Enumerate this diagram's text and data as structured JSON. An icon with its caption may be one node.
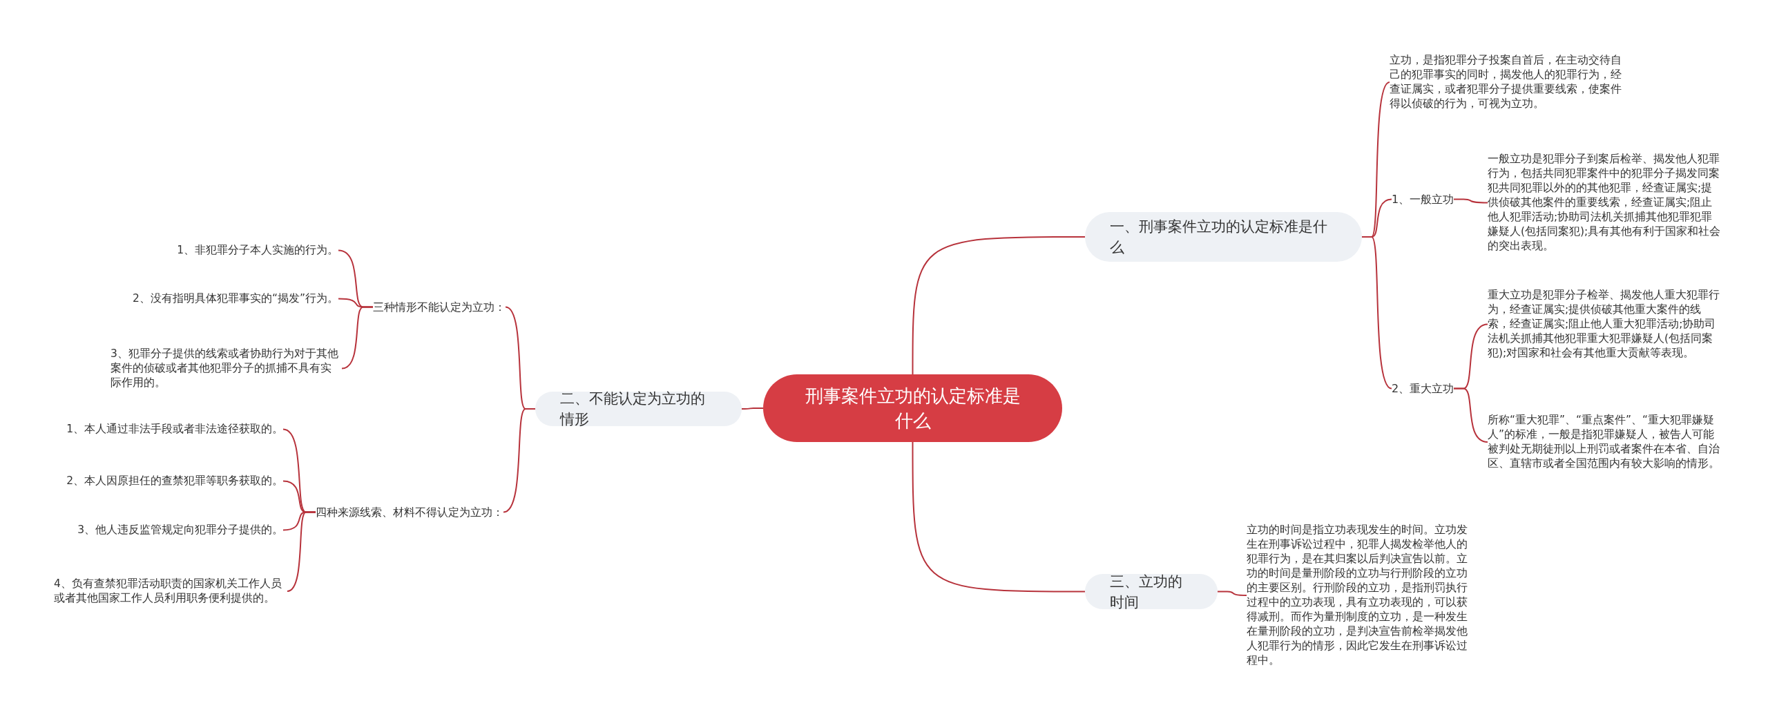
{
  "diagram": {
    "nodes": [
      {
        "text": [
          "刑事案件立功的认定标准是什么"
        ]
      },
      {
        "text": [
          "一、刑事案件立功的认定标准是什么"
        ]
      },
      {
        "text": [
          "立功，是指犯罪分子投案自首后，在主动交待自己的犯罪事实的同时，揭发他人的犯罪行为，经查证属实，或者犯罪分子提供重要线索，使案件得以侦破的行为，可视为立功。"
        ]
      },
      {
        "text": [
          "1、一般立功"
        ]
      },
      {
        "text": [
          "一般立功是犯罪分子到案后检举、揭发他人犯罪行为，包括共同犯罪案件中的犯罪分子揭发同案犯共同犯罪以外的的其他犯罪，经查证属实;提供侦破其他案件的重要线索，经查证属实;阻止他人犯罪活动;协助司法机关抓捕其他犯罪犯罪嫌疑人(包括同案犯);具有其他有利于国家和社会的突出表现。"
        ]
      },
      {
        "text": [
          "2、重大立功"
        ]
      },
      {
        "text": [
          "重大立功是犯罪分子检举、揭发他人重大犯罪行为，经查证属实;提供侦破其他重大案件的线索，经查证属实;阻止他人重大犯罪活动;协助司法机关抓捕其他犯罪重大犯罪嫌疑人(包括同案犯);对国家和社会有其他重大贡献等表现。"
        ]
      },
      {
        "text": [
          "所称“重大犯罪”、“重点案件”、“重大犯罪嫌疑人”的标准，一般是指犯罪嫌疑人，被告人可能被判处无期徒刑以上刑罚或者案件在本省、自治区、直辖市或者全国范围内有较大影响的情形。"
        ]
      },
      {
        "text": [
          "二、不能认定为立功的情形"
        ]
      },
      {
        "text": [
          "三种情形不能认定为立功："
        ]
      },
      {
        "text": [
          "1、非犯罪分子本人实施的行为。"
        ]
      },
      {
        "text": [
          "2、没有指明具体犯罪事实的“揭发”行为。"
        ]
      },
      {
        "text": [
          "3、犯罪分子提供的线索或者协助行为对于其他案件的侦破或者其他犯罪分子的抓捕不具有实际作用的。"
        ]
      },
      {
        "text": [
          "四种来源线索、材料不得认定为立功："
        ]
      },
      {
        "text": [
          "1、本人通过非法手段或者非法途径获取的。"
        ]
      },
      {
        "text": [
          "2、本人因原担任的查禁犯罪等职务获取的。"
        ]
      },
      {
        "text": [
          "3、他人违反监管规定向犯罪分子提供的。"
        ]
      },
      {
        "text": [
          "4、负有查禁犯罪活动职责的国家机关工作人员或者其他国家工作人员利用职务便利提供的。"
        ]
      },
      {
        "text": [
          "三、立功的时间"
        ]
      },
      {
        "text": [
          "立功的时间是指立功表现发生的时间。立功发生在刑事诉讼过程中，犯罪人揭发检举他人的犯罪行为，是在其归案以后判决宣告以前。立功的时间是量刑阶段的立功与行刑阶段的立功的主要区别。行刑阶段的立功，是指刑罚执行过程中的立功表现，具有立功表现的，可以获得减刑。而作为量刑制度的立功，是一种发生在量刑阶段的立功，是判决宣告前检举揭发他人犯罪行为的情形，因此它发生在刑事诉讼过程中。"
        ]
      }
    ],
    "edges": [
      {
        "from": 0,
        "to": 1,
        "arrow": "none"
      },
      {
        "from": 1,
        "to": 2,
        "arrow": "none"
      },
      {
        "from": 1,
        "to": 3,
        "arrow": "none"
      },
      {
        "from": 3,
        "to": 4,
        "arrow": "none"
      },
      {
        "from": 1,
        "to": 5,
        "arrow": "none"
      },
      {
        "from": 5,
        "to": 6,
        "arrow": "none"
      },
      {
        "from": 5,
        "to": 7,
        "arrow": "none"
      },
      {
        "from": 0,
        "to": 8,
        "arrow": "none"
      },
      {
        "from": 8,
        "to": 9,
        "arrow": "none"
      },
      {
        "from": 9,
        "to": 10,
        "arrow": "none"
      },
      {
        "from": 9,
        "to": 11,
        "arrow": "none"
      },
      {
        "from": 9,
        "to": 12,
        "arrow": "none"
      },
      {
        "from": 8,
        "to": 13,
        "arrow": "none"
      },
      {
        "from": 13,
        "to": 14,
        "arrow": "none"
      },
      {
        "from": 13,
        "to": 15,
        "arrow": "none"
      },
      {
        "from": 13,
        "to": 16,
        "arrow": "none"
      },
      {
        "from": 13,
        "to": 17,
        "arrow": "none"
      },
      {
        "from": 0,
        "to": 18,
        "arrow": "none"
      },
      {
        "from": 18,
        "to": 19,
        "arrow": "none"
      }
    ]
  }
}
